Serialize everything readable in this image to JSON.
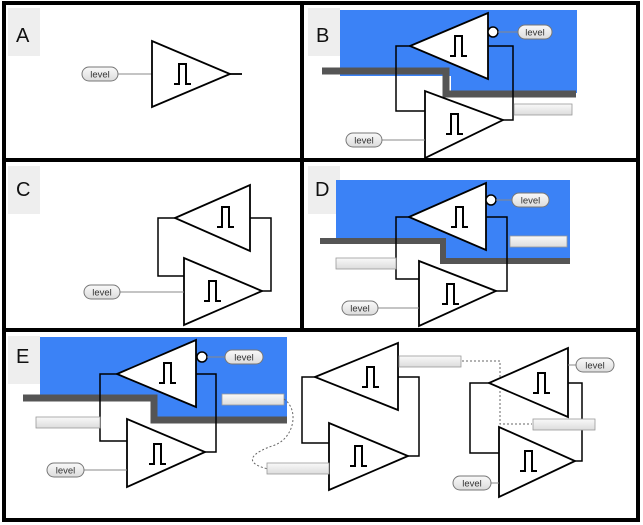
{
  "panels": [
    {
      "id": "A"
    },
    {
      "id": "B"
    },
    {
      "id": "C"
    },
    {
      "id": "D"
    },
    {
      "id": "E"
    }
  ],
  "labels": {
    "level": "level"
  },
  "colors": {
    "highlight_blue": "#3b82f6",
    "bar_gray": "#555555",
    "border": "#000000",
    "pill_fill": "#f2f2f2",
    "pill_stroke": "#777777",
    "label_bg": "#eeeeee"
  }
}
